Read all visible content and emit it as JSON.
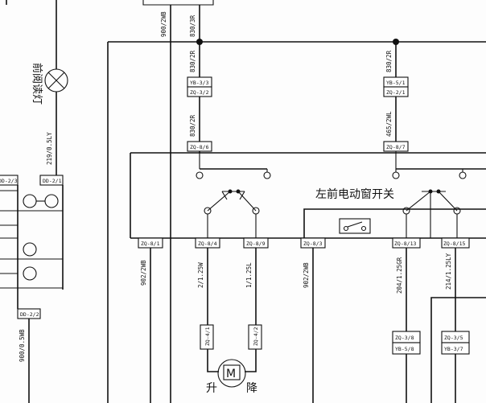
{
  "switch_title": "左前电动窗开关",
  "lamp_label": "前阅读灯",
  "motor": {
    "symbol": "M",
    "up": "升",
    "down": "降"
  },
  "wires": {
    "top_900": "900/2WB",
    "top_830": "830/3R",
    "c1_830a": "830/2R",
    "c1_830b": "830/2R",
    "c2_830": "830/2R",
    "c2_465": "465/2WL",
    "lamp_219": "219/0.5LY",
    "left_900": "900/0.5WB",
    "sw_902a": "902/2WB",
    "sw_2125": "2/1.25W",
    "sw_1125": "1/1.25L",
    "sw_902b": "902/2WB",
    "sw_204": "204/1.25GR",
    "sw_214": "214/1.25LY"
  },
  "connectors": {
    "yb33": "YB-3/3",
    "zq32": "ZQ-3/2",
    "yb51": "YB-5/1",
    "zq21": "ZQ-2/1",
    "zq86": "ZQ-8/6",
    "zq87": "ZQ-8/7",
    "zq81": "ZQ-8/1",
    "zq84": "ZQ-8/4",
    "zq89": "ZQ-8/9",
    "zq83": "ZQ-8/3",
    "zq813": "ZQ-8/13",
    "zq815": "ZQ-8/15",
    "zq41": "ZQ-4/1",
    "zq42": "ZQ-4/2",
    "zq38": "ZQ-3/8",
    "yb58": "YB-5/8",
    "zq35": "ZQ-3/5",
    "yb37": "YB-3/7",
    "dd23": "DD-2/3",
    "dd21": "DD-2/1",
    "dd22": "DD-2/2"
  }
}
